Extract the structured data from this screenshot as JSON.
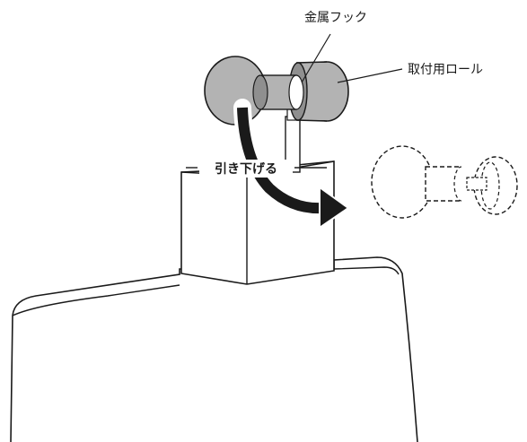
{
  "labels": {
    "metal_hook": "金属フック",
    "mount_roll": "取付用ロール",
    "pull_down": "引き下げる"
  },
  "colors": {
    "line": "#1a1a1a",
    "fill_gray": "#b3b3b3",
    "fill_dark": "#8f8f8f",
    "fill_light": "#ffffff",
    "arrow": "#1a1a1a"
  }
}
